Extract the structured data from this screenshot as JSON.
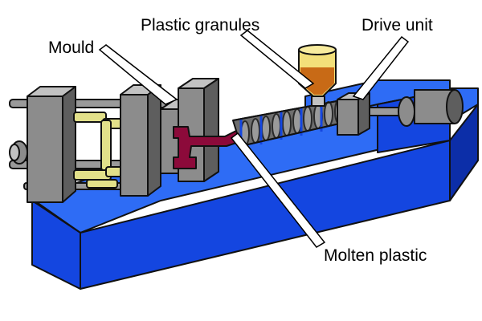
{
  "labels": {
    "mould": "Mould",
    "plastic_granules": "Plastic granules",
    "drive_unit": "Drive unit",
    "molten_plastic": "Molten plastic"
  },
  "colors": {
    "base_front": "#1446e0",
    "base_top": "#2e6cf5",
    "base_side": "#0c2ea8",
    "platen": "#8c8c8c",
    "platen_light": "#c2c2c2",
    "platen_dark": "#5e5e5e",
    "linkage": "#e2e08a",
    "molten": "#8c0a3a",
    "hopper": "#f3e07a",
    "granules": "#c86a16",
    "screw": "#6e6e6e"
  }
}
